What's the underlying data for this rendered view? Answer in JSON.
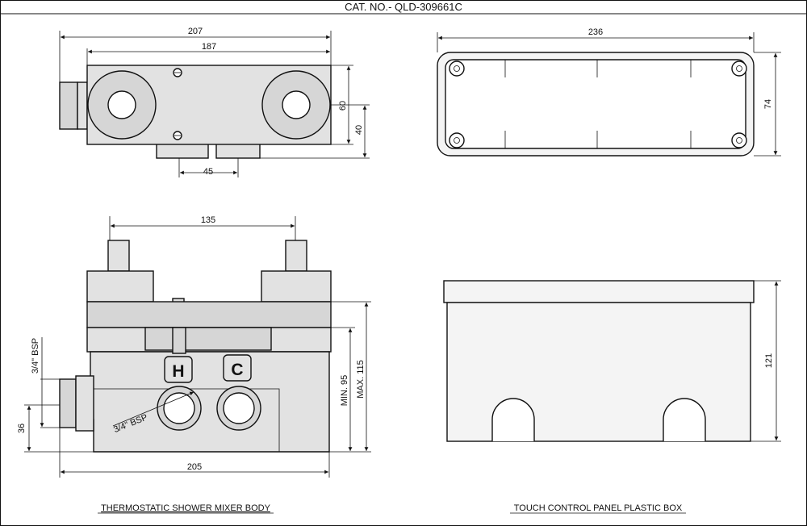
{
  "header": {
    "catalog_number": "CAT. NO.- QLD-309661C"
  },
  "mixer_top_view": {
    "dim_overall_width": "207",
    "dim_body_width": "187",
    "dim_height": "60",
    "dim_partial_height": "40",
    "dim_outlet_spacing": "45"
  },
  "mixer_front_view": {
    "dim_spindle_spacing": "135",
    "dim_inlet_thread": "3/4\" BSP",
    "dim_side_thread": "3/4\" BSP",
    "dim_inlet_height": "36",
    "dim_min_depth": "MIN. 95",
    "dim_max_depth": "MAX. 115",
    "dim_overall_width": "205",
    "hot_label": "H",
    "cold_label": "C"
  },
  "box_top_view": {
    "dim_width": "236",
    "dim_height": "74"
  },
  "box_front_view": {
    "dim_height": "121"
  },
  "captions": {
    "mixer": "THERMOSTATIC SHOWER MIXER BODY",
    "box": "TOUCH CONTROL PANEL PLASTIC BOX"
  }
}
